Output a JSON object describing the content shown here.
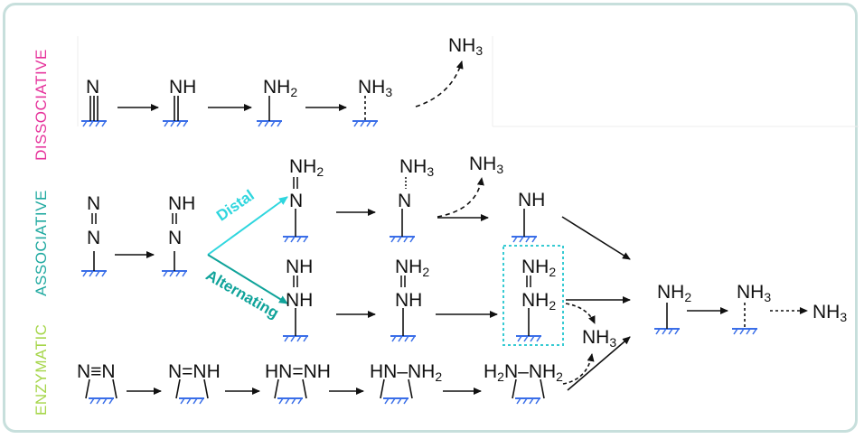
{
  "pathways": {
    "dissociative": "DISSOCIATIVE",
    "associative": "ASSOCIATIVE",
    "enzymatic": "ENZYMATIC"
  },
  "routes": {
    "distal": "Distal",
    "alternating": "Alternating"
  },
  "colors": {
    "dissociative": "#e6329b",
    "associative": "#1fa9a0",
    "enzymatic": "#a6d64a",
    "distal": "#2fd6de",
    "alternating": "#10a39a",
    "surface": "#3a6ee8",
    "highlight_box": "#37cbd3",
    "frame": "#c7dfdc"
  },
  "dissociative_row": {
    "s1": "N",
    "s2": "NH",
    "s3": "NH",
    "s3_sub": "2",
    "s4": "NH",
    "s4_sub": "3",
    "product": "NH",
    "product_sub": "3"
  },
  "associative_row": {
    "a1_top": "N",
    "a1_bottom": "N",
    "a2_top": "NH",
    "a2_bottom": "N",
    "d1_top": "NH",
    "d1_top_sub": "2",
    "d1_bottom": "N",
    "d2_top": "NH",
    "d2_top_sub": "3",
    "d2_bottom": "N",
    "d2_product": "NH",
    "d2_product_sub": "3",
    "d3": "NH",
    "alt1_top": "NH",
    "alt1_bottom": "NH",
    "alt2_top": "NH",
    "alt2_top_sub": "2",
    "alt2_bottom": "NH",
    "alt3_top": "NH",
    "alt3_top_sub": "2",
    "alt3_bottom": "NH",
    "alt3_bottom_sub": "2",
    "alt3_product": "NH",
    "alt3_product_sub": "3",
    "m1": "NH",
    "m1_sub": "2",
    "m2": "NH",
    "m2_sub": "3",
    "final": "NH",
    "final_sub": "3"
  },
  "enzymatic_row": {
    "e1": "N≡N",
    "e2": "N=NH",
    "e3": "HN=NH",
    "e4_left": "HN–NH",
    "e4_sub": "2",
    "e5_a": "H",
    "e5_sub1": "2",
    "e5_b": "N–NH",
    "e5_sub2": "2"
  }
}
